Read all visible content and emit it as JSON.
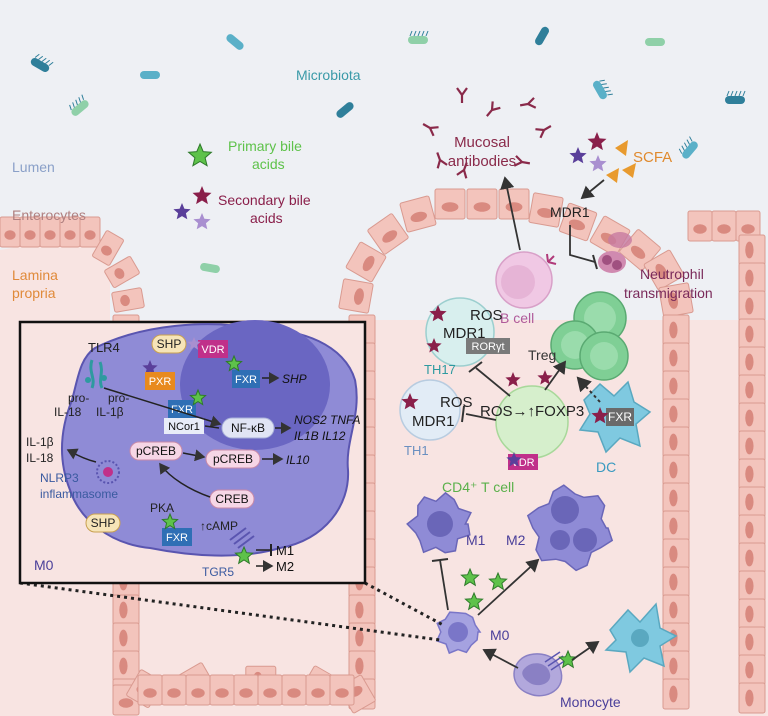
{
  "colors": {
    "background": "#eef0f4",
    "lamina": "#f8e4e2",
    "cell_fill": "#f3c4bc",
    "cell_stroke": "#d99a90",
    "nucleus": "#d98a80",
    "macrophage": "#8f8bd6",
    "macrophage_dark": "#5a55b0",
    "treg": "#7fcf95",
    "dc": "#7fc9e0",
    "fxr": "#2f6fb5",
    "vdr": "#c0308a",
    "pxr": "#e88a1e",
    "rorgt": "#7a7a7a",
    "primary_star": "#5ec24a",
    "secondary_star_a": "#8a1f4a",
    "secondary_star_b": "#5a3f9a",
    "secondary_star_c": "#a98fd0",
    "scfa": "#e89a2e",
    "antibody": "#8a2a4a"
  },
  "labels": {
    "lumen": "Lumen",
    "enterocytes": "Enterocytes",
    "lamina_1": "Lamina",
    "lamina_2": "propria",
    "microbiota": "Microbiota",
    "primary_bile_1": "Primary bile",
    "primary_bile_2": "acids",
    "secondary_bile_1": "Secondary bile",
    "secondary_bile_2": "acids",
    "mucosal_1": "Mucosal",
    "mucosal_2": "antibodies",
    "scfa": "SCFA",
    "mdr1_top": "MDR1",
    "neutrophil_1": "Neutrophil",
    "neutrophil_2": "transmigration",
    "b_cell": "B cell",
    "th17_ros": "ROS",
    "th17_mdr1": "MDR1",
    "rorgt": "RORγt",
    "th17": "TH17",
    "treg": "Treg",
    "th1_ros": "ROS",
    "th1_mdr1": "MDR1",
    "th1": "TH1",
    "ros_foxp3": "ROS→↑FOXP3",
    "vdr": "VDR",
    "fxr": "FXR",
    "dc": "DC",
    "cd4": "CD4⁺ T cell",
    "m1": "M1",
    "m2": "M2",
    "m0": "M0",
    "monocyte": "Monocyte"
  },
  "inset": {
    "tlr4": "TLR4",
    "shp": "SHP",
    "vdr": "VDR",
    "pxr": "PXR",
    "fxr": "FXR",
    "shp_gene": "SHP",
    "pro_il18_1": "pro-",
    "pro_il18_2": "IL-18",
    "pro_il1b_1": "pro-",
    "pro_il1b_2": "IL-1β",
    "fxr_ncor": "FXR",
    "ncor1": "NCor1",
    "nfkb": "NF-κB",
    "genes_1": "NOS2 TNFA",
    "genes_2": "IL1B IL12",
    "il1b": "IL-1β",
    "il18": "IL-18",
    "pcreb": "pCREB",
    "pcreb_nuc": "pCREB",
    "il10": "IL10",
    "nlrp3_1": "NLRP3",
    "nlrp3_2": "inflammasome",
    "creb": "CREB",
    "pka": "PKA",
    "camp": "↑cAMP",
    "shp_bottom": "SHP",
    "fxr_bottom": "FXR",
    "tgr5": "TGR5",
    "m1": "M1",
    "m2": "M2",
    "m0": "M0"
  }
}
